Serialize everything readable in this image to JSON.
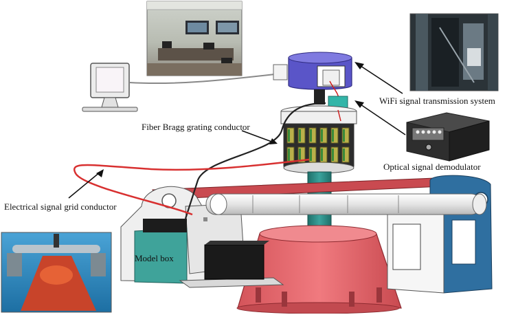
{
  "labels": {
    "wifi": "WiFi signal transmission system",
    "fbg": "Fiber Bragg grating conductor",
    "osd": "Optical signal demodulator",
    "esg": "Electrical signal grid conductor",
    "model_box": "Model box"
  },
  "colors": {
    "cone": "#e8646a",
    "shaft": "#2f8f8a",
    "beam": "#f2f2f2",
    "model_box": "#3fa39a",
    "blue_frame": "#2f6fa0",
    "top_unit": "#5a55c8",
    "electrical_wire": "#d83030",
    "fiber_wire": "#222222"
  }
}
